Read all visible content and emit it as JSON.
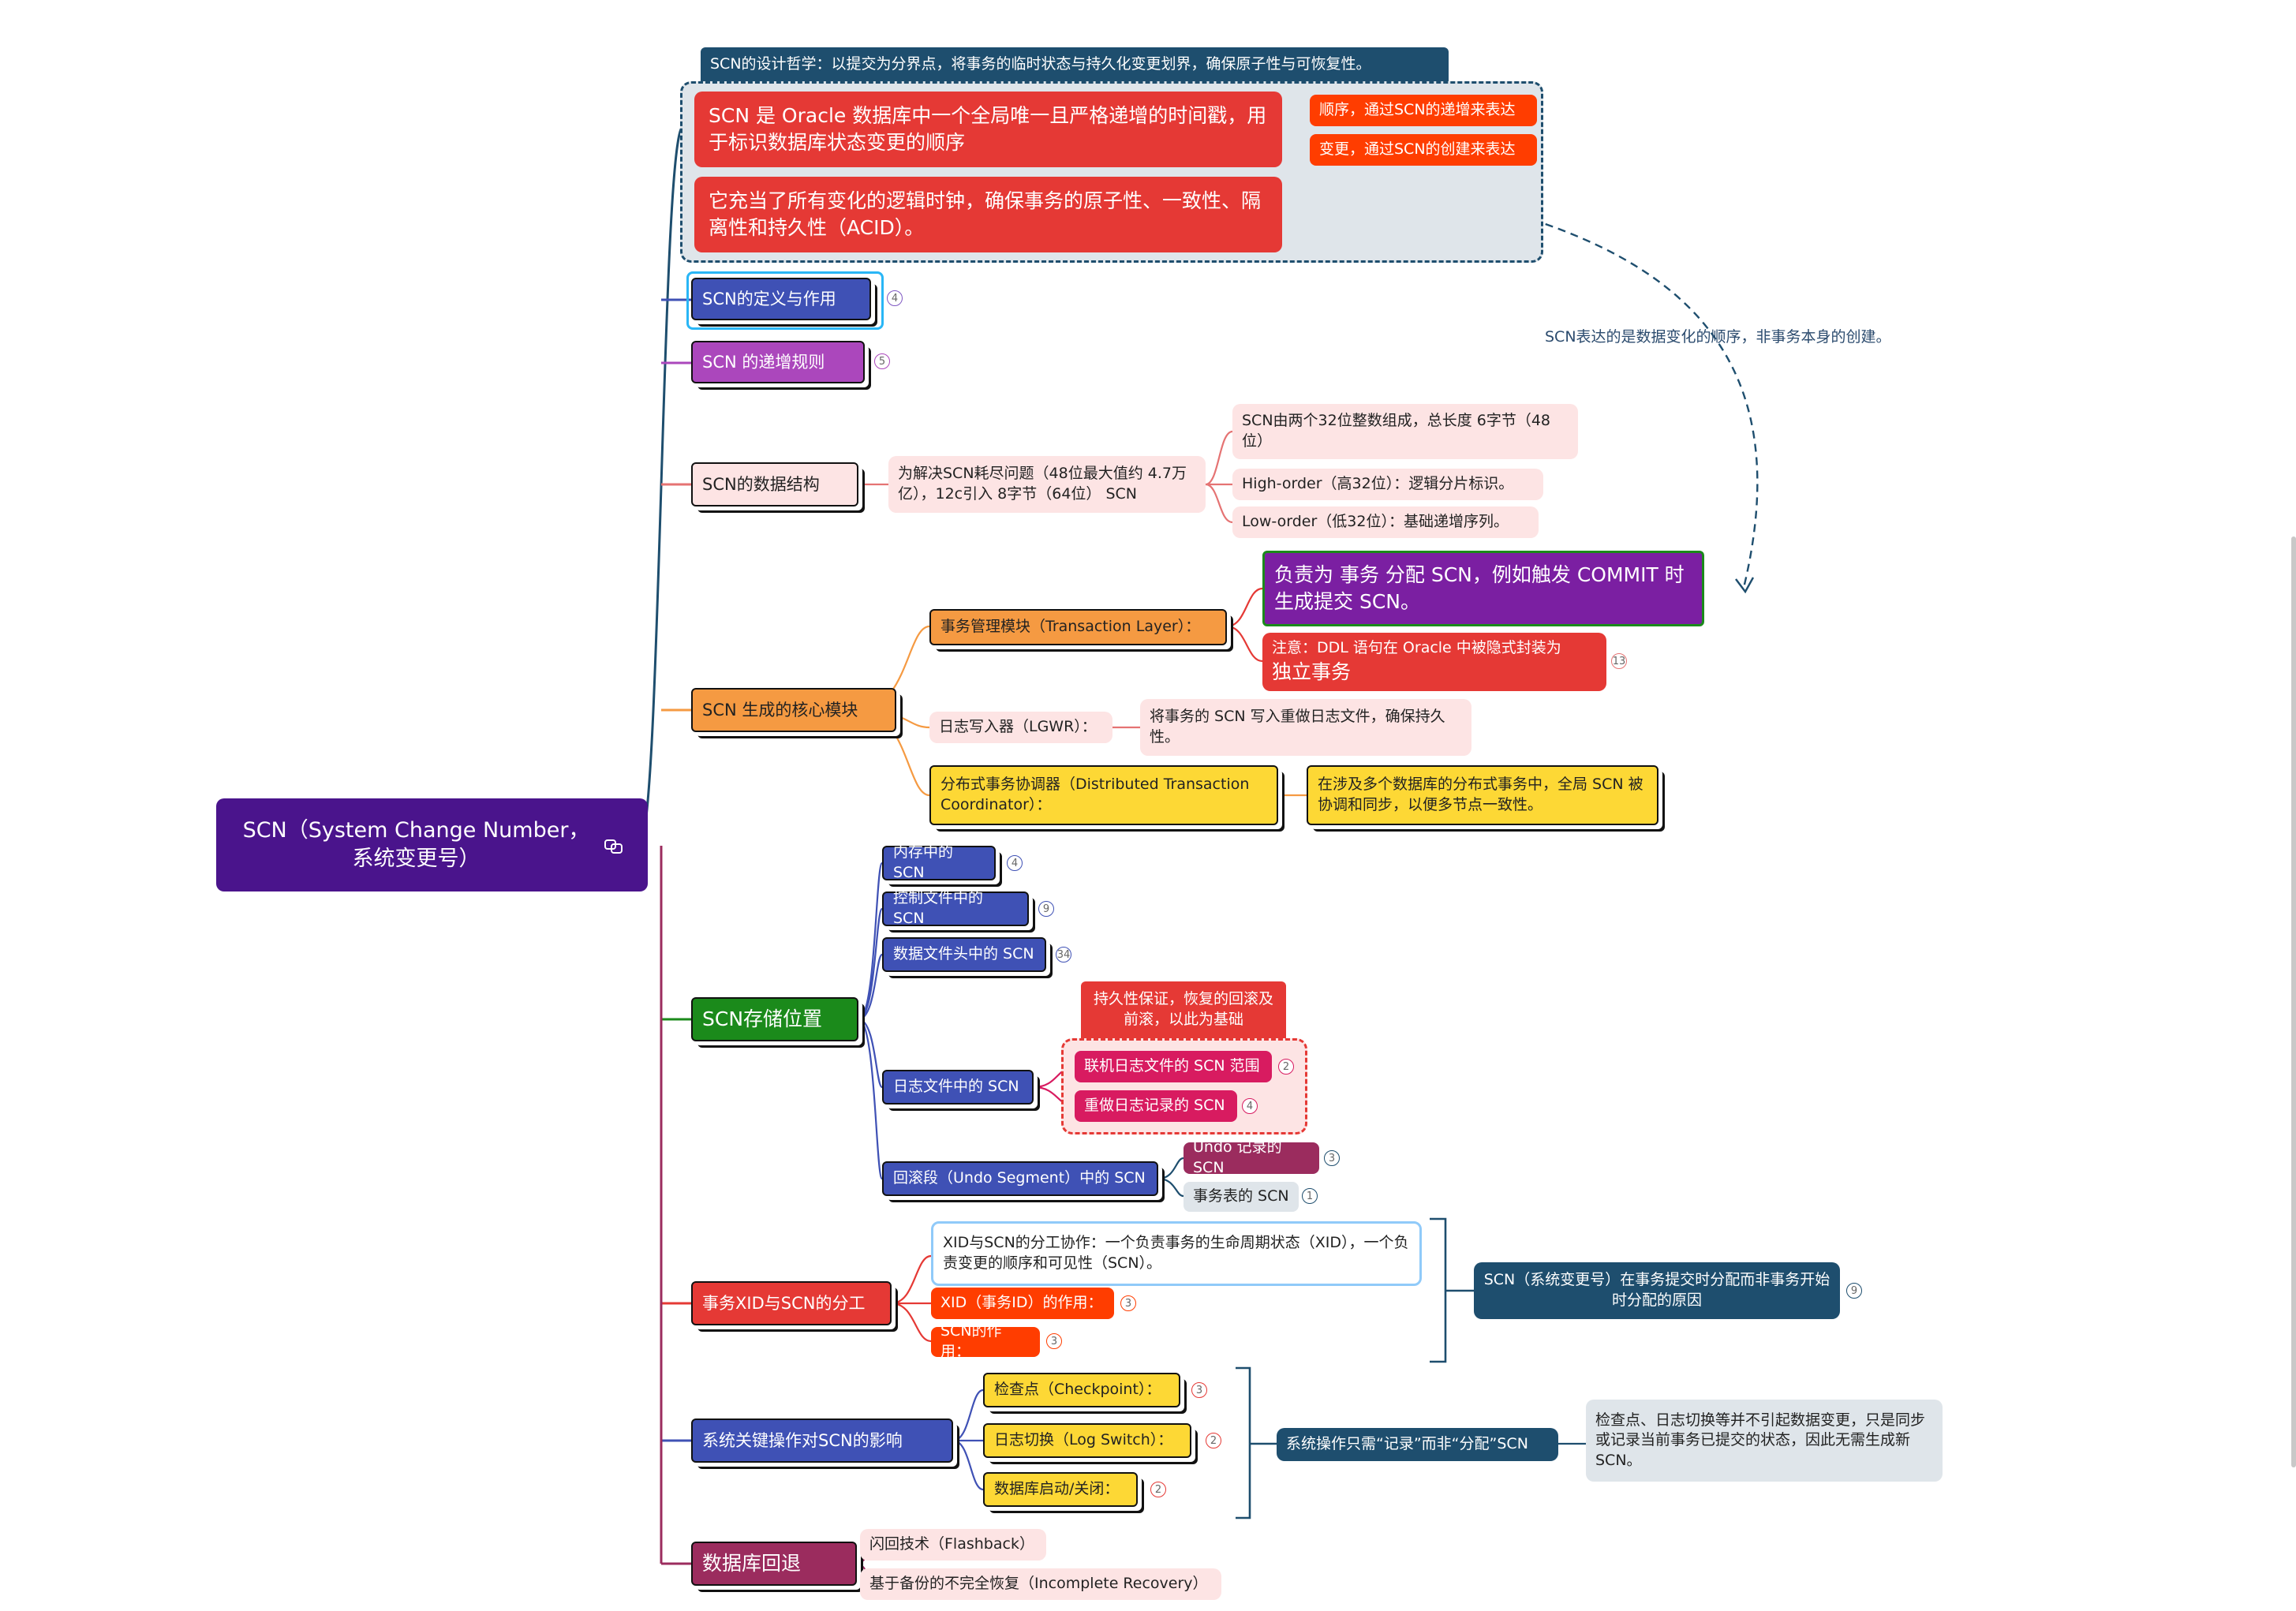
{
  "root": {
    "label": "SCN（System Change Number，系统变更号）",
    "icon": "link-copy-icon",
    "color": "#4a148c"
  },
  "philosophy_tag": "SCN的设计哲学：以提交为分界点，将事务的临时状态与持久化变更划界，确保原子性与可恢复性。",
  "intro": {
    "main": "SCN 是 Oracle 数据库中一个全局唯一且严格递增的时间戳，用于标识数据库状态变更的顺序",
    "second": "它充当了所有变化的逻辑时钟，确保事务的原子性、一致性、隔离性和持久性（ACID）。",
    "children": [
      "顺序，通过SCN的递增来表达",
      "变更，通过SCN的创建来表达"
    ]
  },
  "relation_label": "SCN表达的是数据变化的顺序，非事务本身的创建。",
  "branches": {
    "definition": {
      "label": "SCN的定义与作用",
      "count": "4"
    },
    "rules": {
      "label": "SCN 的递增规则",
      "count": "5"
    },
    "structure": {
      "label": "SCN的数据结构",
      "desc": "为解决SCN耗尽问题（48位最大值约 4.7万亿），12c引入 8字节（64位） SCN",
      "items": [
        "SCN由两个32位整数组成，总长度 6字节（48位）",
        "High-order（高32位）：逻辑分片标识。",
        "Low-order（低32位）：基础递增序列。"
      ]
    },
    "core": {
      "label": "SCN 生成的核心模块",
      "tx_layer": "事务管理模块（Transaction Layer）：",
      "tx_main": "负责为 事务 分配 SCN，例如触发 COMMIT 时生成提交 SCN。",
      "tx_note_1": "注意：DDL 语句在 Oracle 中被隐式封装为",
      "tx_note_2": "独立事务",
      "tx_note_count": "13",
      "lgwr": "日志写入器（LGWR）：",
      "lgwr_desc": "将事务的 SCN 写入重做日志文件，确保持久性。",
      "dtc": "分布式事务协调器（Distributed Transaction Coordinator）：",
      "dtc_desc": "在涉及多个数据库的分布式事务中，全局 SCN 被协调和同步，以便多节点一致性。"
    },
    "storage": {
      "label": "SCN存储位置",
      "memory": {
        "label": "内存中的 SCN",
        "count": "4"
      },
      "control": {
        "label": "控制文件中的 SCN",
        "count": "9"
      },
      "datafile": {
        "label": "数据文件头中的 SCN",
        "count": "34"
      },
      "log": {
        "label": "日志文件中的 SCN",
        "callout": "持久性保证，恢复的回滚及前滚，以此为基础",
        "items": [
          {
            "label": "联机日志文件的 SCN 范围",
            "count": "2"
          },
          {
            "label": "重做日志记录的 SCN",
            "count": "4"
          }
        ]
      },
      "undo": {
        "label": "回滚段（Undo Segment）中的 SCN",
        "items": [
          {
            "label": "Undo 记录的 SCN",
            "count": "3"
          },
          {
            "label": "事务表的 SCN",
            "count": "1"
          }
        ]
      }
    },
    "xid": {
      "label": "事务XID与SCN的分工",
      "desc": "XID与SCN的分工协作：一个负责事务的生命周期状态（XID），一个负责变更的顺序和可见性（SCN）。",
      "items": [
        {
          "label": "XID（事务ID）的作用：",
          "count": "3"
        },
        {
          "label": "SCN的作用：",
          "count": "3"
        }
      ],
      "summary": "SCN（系统变更号）在事务提交时分配而非事务开始时分配的原因",
      "summary_count": "9"
    },
    "ops": {
      "label": "系统关键操作对SCN的影响",
      "items": [
        {
          "label": "检查点（Checkpoint）：",
          "count": "3"
        },
        {
          "label": "日志切换（Log Switch）：",
          "count": "2"
        },
        {
          "label": "数据库启动/关闭：",
          "count": "2"
        }
      ],
      "summary": "系统操作只需“记录”而非“分配”SCN",
      "summary_desc": "检查点、日志切换等并不引起数据变更，只是同步或记录当前事务已提交的状态，因此无需生成新SCN。"
    },
    "rollback": {
      "label": "数据库回退",
      "items": [
        "闪回技术（Flashback）",
        "基于备份的不完全恢复（Incomplete Recovery）"
      ]
    }
  },
  "colors": {
    "red": "#e53935",
    "orange_red": "#ff3d00",
    "indigo": "#3f51b5",
    "purple": "#ab47bc",
    "pink_soft": "#fde4e4",
    "orange": "#f59a42",
    "yellow": "#fdd835",
    "green": "#1b8a1b",
    "magenta": "#d81b60",
    "teal": "#1e4e6e",
    "maroon": "#9b2c5e",
    "violet": "#7b1fa2"
  }
}
